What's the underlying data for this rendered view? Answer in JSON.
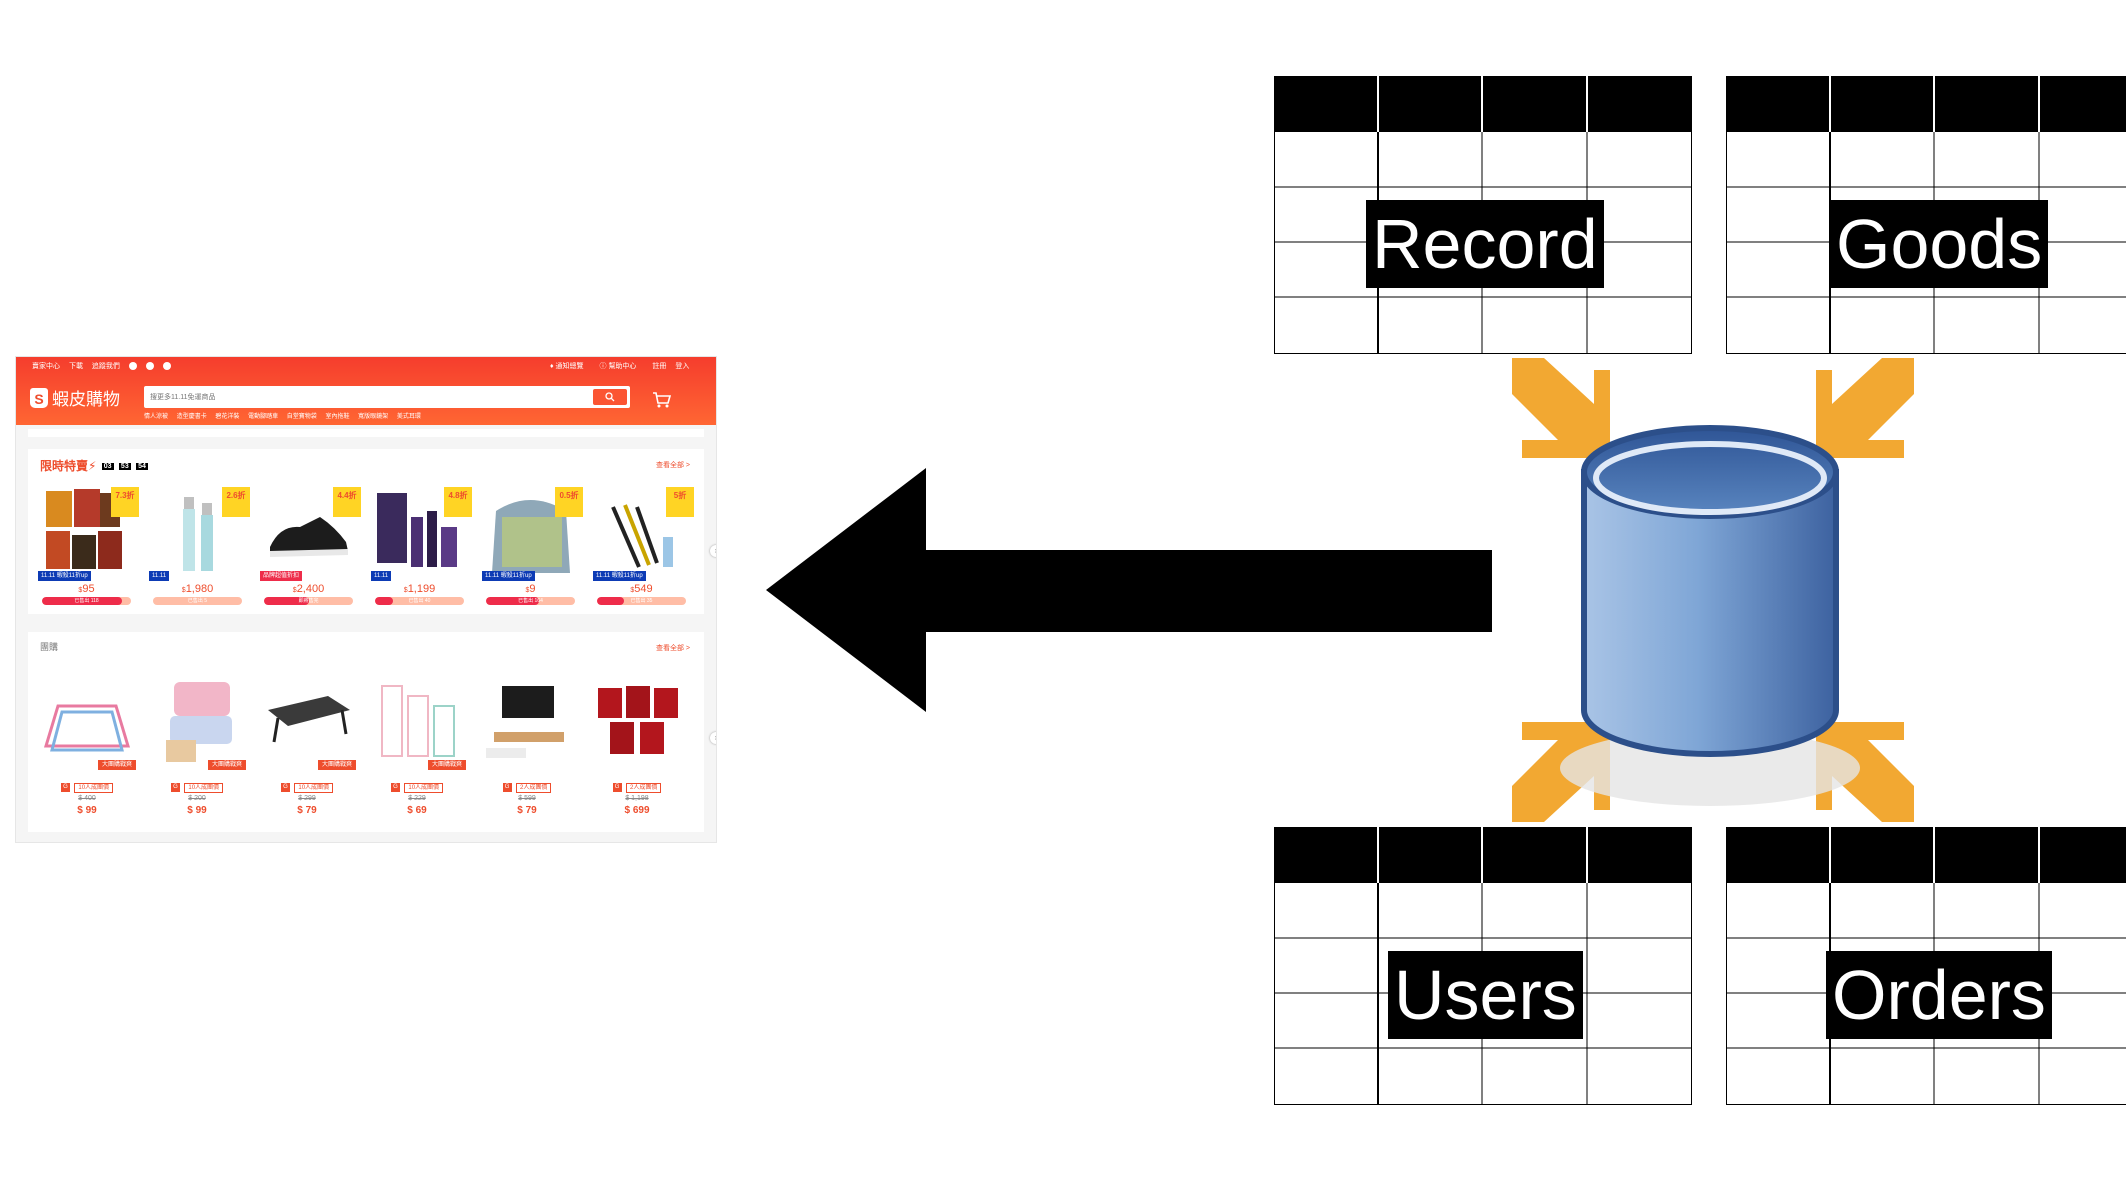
{
  "shop": {
    "top_nav_left": [
      "賣家中心",
      "下載",
      "追蹤我們"
    ],
    "top_nav_right": [
      "通知總覽",
      "幫助中心",
      "註冊",
      "登入"
    ],
    "logo_text": "蝦皮購物",
    "search_placeholder": "搜更多11.11免運商品",
    "search_hints": [
      "情人涼被",
      "造型慶書卡",
      "碧花洋裝",
      "電動腳踏車",
      "自堂寶物袋",
      "室內拖鞋",
      "寬版眼鏡架",
      "美式耳環"
    ],
    "flash_sale": {
      "title": "限時特賣",
      "timer": [
        "03",
        "53",
        "54"
      ],
      "see_all": "查看全部 >",
      "items": [
        {
          "discount": "7.3折",
          "tag": "11.11 蝦殺11折up",
          "currency": "$",
          "price": "95",
          "progress": 0.9,
          "bar_text": "已售出 118",
          "image": "snack-bags-icon"
        },
        {
          "discount": "2.6折",
          "tag": "11.11",
          "currency": "$",
          "price": "1,980",
          "progress": 0.0,
          "bar_text": "已售出 5",
          "image": "serum-bottles-icon"
        },
        {
          "discount": "4.4折",
          "tag": "品牌超值折扣",
          "currency": "$",
          "price": "2,400",
          "progress": 0.5,
          "bar_text": "即將售完",
          "image": "sneaker-icon"
        },
        {
          "discount": "4.8折",
          "tag": "11.11",
          "currency": "$",
          "price": "1,199",
          "progress": 0.2,
          "bar_text": "已售出 40",
          "image": "skincare-set-icon"
        },
        {
          "discount": "0.5折",
          "tag": "11.11 蝦殺11折up",
          "currency": "$",
          "price": "9",
          "progress": 0.6,
          "bar_text": "已售出 164",
          "image": "backpack-icon"
        },
        {
          "discount": "5折",
          "tag": "11.11 蝦殺11折up",
          "currency": "$",
          "price": "549",
          "progress": 0.3,
          "bar_text": "已售出 35",
          "image": "eyeliner-pens-icon"
        }
      ]
    },
    "group_buy": {
      "title": "團購",
      "see_all": "查看全部 >",
      "items": [
        {
          "label": "大團購戰爽",
          "group": "10人成團價",
          "orig": "$ 400",
          "price": "$ 99",
          "image": "hangers-icon"
        },
        {
          "label": "大團購戰爽",
          "group": "10人成團價",
          "orig": "$ 200",
          "price": "$ 99",
          "image": "towels-icon"
        },
        {
          "label": "大團購戰爽",
          "group": "10人成團價",
          "orig": "$ 299",
          "price": "$ 79",
          "image": "laptop-table-icon"
        },
        {
          "label": "大團購戰爽",
          "group": "10人成團價",
          "orig": "$ 229",
          "price": "$ 69",
          "image": "shelf-rack-icon"
        },
        {
          "label": "",
          "group": "2人成團價",
          "orig": "$ 599",
          "price": "$ 79",
          "image": "monitor-stand-icon"
        },
        {
          "label": "",
          "group": "2人成團價",
          "orig": "$ 1,198",
          "price": "$ 699",
          "image": "cream-jars-icon"
        }
      ]
    }
  },
  "tables": [
    {
      "name": "Record"
    },
    {
      "name": "Goods"
    },
    {
      "name": "Users"
    },
    {
      "name": "Orders"
    }
  ],
  "colors": {
    "shop_orange": "#ee4d2d",
    "arrow_black": "#000000",
    "feed_arrow": "#f2a832",
    "db_blue": "#5a86c0"
  }
}
